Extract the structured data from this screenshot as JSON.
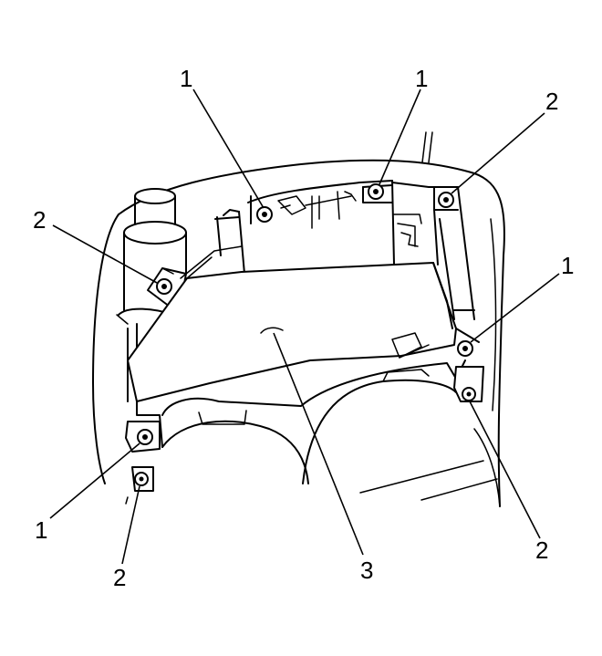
{
  "callouts": {
    "c1_top_left": "1",
    "c1_top_right": "1",
    "c1_right": "1",
    "c1_bottom_left": "1",
    "c2_top_right": "2",
    "c2_left": "2",
    "c2_bottom_right": "2",
    "c2_bottom_left": "2",
    "c3_bottom": "3"
  }
}
